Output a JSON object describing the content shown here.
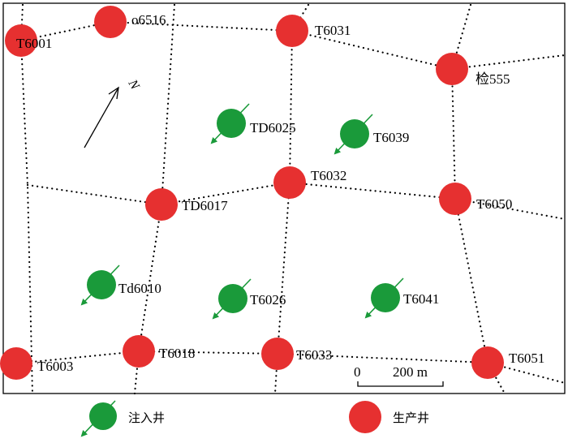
{
  "map": {
    "north_label": "N",
    "scale_bar": {
      "start_label": "0",
      "end_label": "200 m"
    },
    "colors": {
      "production_well": "#e63030",
      "injection_well": "#1a9a3a",
      "injection_arrow": "#1a9a3a",
      "boundary_line": "#000000",
      "frame": "#000000"
    },
    "production_wells": [
      {
        "id": "T6001"
      },
      {
        "id": "o6516"
      },
      {
        "id": "T6031"
      },
      {
        "id": "检555"
      },
      {
        "id": "TD6017"
      },
      {
        "id": "T6032"
      },
      {
        "id": "T6050"
      },
      {
        "id": "T6003"
      },
      {
        "id": "T6018"
      },
      {
        "id": "T6033"
      },
      {
        "id": "T6051"
      }
    ],
    "injection_wells": [
      {
        "id": "TD6025"
      },
      {
        "id": "T6039"
      },
      {
        "id": "Td6010"
      },
      {
        "id": "T6026"
      },
      {
        "id": "T6041"
      }
    ]
  },
  "legend": {
    "injection_label": "注入井",
    "production_label": "生产井"
  }
}
